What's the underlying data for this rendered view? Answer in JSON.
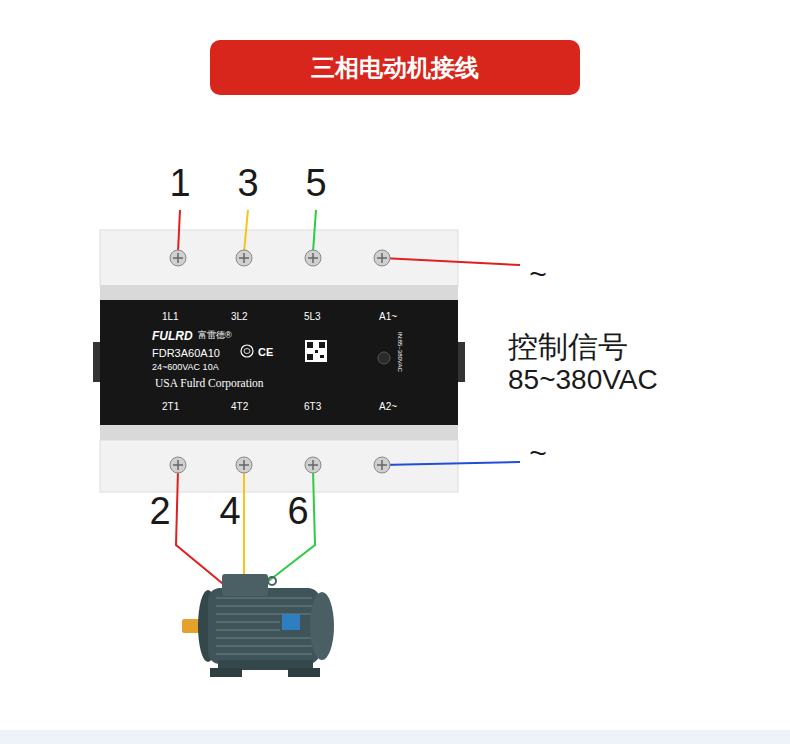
{
  "diagram": {
    "title": "三相电动机接线",
    "nodes": [
      {
        "text": [
          "1L1",
          "3L2",
          "5L3",
          "A1~",
          "FULRD",
          "富雷德®",
          "FDR3A60A10",
          "CE",
          "24~600VAC 10A",
          "USA Fulrd Corporation",
          "IN:85~380VAC",
          "2T1",
          "4T2",
          "6T3",
          "A2~"
        ]
      }
    ],
    "labels": [
      "1",
      "3",
      "5",
      "2",
      "4",
      "6",
      "~",
      "~",
      "控制信号",
      "85~380VAC"
    ]
  }
}
